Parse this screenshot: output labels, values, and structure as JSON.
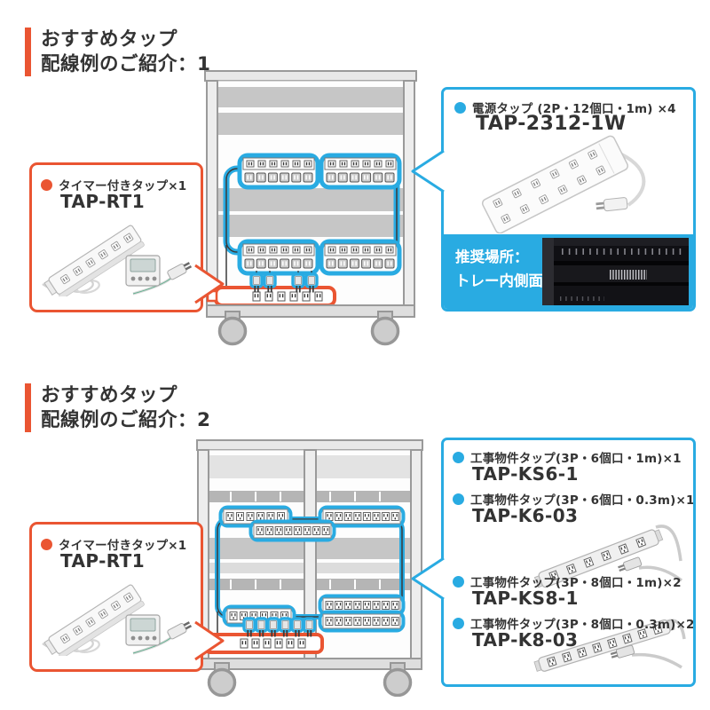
{
  "colors": {
    "accent_blue": "#29ABE2",
    "accent_orange": "#EA5532",
    "text": "#333333",
    "recommend_band_bg": "#29ABE2"
  },
  "section1": {
    "title": {
      "line1": "おすすめタップ",
      "line2": "配線例のご紹介：1"
    },
    "timer_callout": {
      "label": "タイマー付きタップ×1",
      "model": "TAP-RT1"
    },
    "power_callout": {
      "label": "電源タップ (2P・12個口・1m) ×4",
      "model": "TAP-2312-1W",
      "recommended": {
        "line1": "推奨場所：",
        "line2": "トレー内側面"
      }
    }
  },
  "section2": {
    "title": {
      "line1": "おすすめタップ",
      "line2": "配線例のご紹介：2"
    },
    "timer_callout": {
      "label": "タイマー付きタップ×1",
      "model": "TAP-RT1"
    },
    "products": [
      {
        "label": "工事物件タップ(3P・6個口・1m)×1",
        "model": "TAP-KS6-1"
      },
      {
        "label": "工事物件タップ(3P・6個口・0.3m)×1",
        "model": "TAP-K6-03"
      },
      {
        "label": "工事物件タップ(3P・8個口・1m)×2",
        "model": "TAP-KS8-1"
      },
      {
        "label": "工事物件タップ(3P・8個口・0.3m)×2",
        "model": "TAP-K8-03"
      }
    ]
  },
  "icons": {
    "bullet": "●",
    "callout_pointer": "◄"
  }
}
